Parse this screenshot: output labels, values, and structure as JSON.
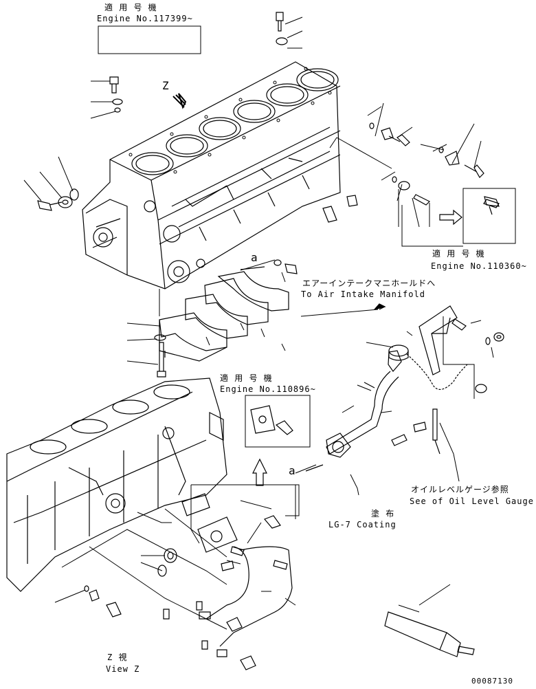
{
  "labels": {
    "applicable_engine_ja_1": "適 用 号 機",
    "engine_no_117399": "Engine No.117399~",
    "view_arrow_letter": "Z",
    "applicable_engine_ja_2": "適 用 号 機",
    "engine_no_110360": "Engine No.110360~",
    "air_intake_ja": "エアーインテークマニホールドへ",
    "air_intake_en": "To Air Intake Manifold",
    "ref_a_1": "a",
    "applicable_engine_ja_3": "適 用 号 機",
    "engine_no_110896": "Engine No.110896~",
    "ref_a_2": "a",
    "oil_gauge_ja": "オイルレベルゲージ参照",
    "oil_gauge_en": "See of Oil Level Gauge",
    "coating_ja": "塗 布",
    "coating_en": "LG-7 Coating",
    "view_z_ja": "Z  視",
    "view_z_en": "View Z",
    "drawing_number": "00087130"
  },
  "icons": [
    "cylinder-block",
    "bolt",
    "washer",
    "plug",
    "main-bearing-cap",
    "oil-filler-pipe",
    "bracket",
    "sensor-harness",
    "cap",
    "tool"
  ]
}
